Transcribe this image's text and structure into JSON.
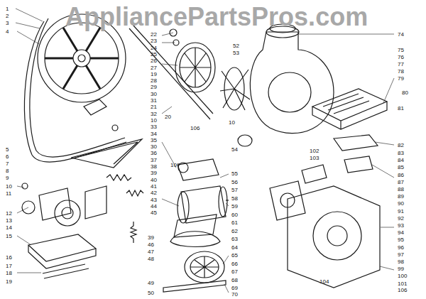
{
  "diagram": {
    "labels": [
      "AppliancePartsPros.com",
      "1",
      "2",
      "3",
      "4",
      "5",
      "6",
      "7",
      "8",
      "9",
      "10",
      "11",
      "12",
      "13",
      "14",
      "15",
      "16",
      "17",
      "18",
      "19",
      "22",
      "23",
      "24",
      "25",
      "26",
      "27",
      "19",
      "28",
      "29",
      "30",
      "31",
      "21",
      "32",
      "10",
      "33",
      "34",
      "35",
      "30",
      "36",
      "37",
      "38",
      "39",
      "40",
      "41",
      "42",
      "43",
      "44",
      "45",
      "39",
      "46",
      "47",
      "48",
      "49",
      "50",
      "20",
      "106",
      "107",
      "52",
      "53",
      "10",
      "54",
      "55",
      "56",
      "57",
      "58",
      "59",
      "60",
      "61",
      "62",
      "63",
      "64",
      "65",
      "66",
      "67",
      "68",
      "69",
      "70",
      "74",
      "75",
      "76",
      "77",
      "78",
      "79",
      "80",
      "81",
      "82",
      "83",
      "84",
      "85",
      "86",
      "87",
      "88",
      "89",
      "90",
      "91",
      "92",
      "93",
      "94",
      "95",
      "96",
      "97",
      "98",
      "99",
      "100",
      "101",
      "106",
      "102",
      "103",
      "104"
    ]
  }
}
